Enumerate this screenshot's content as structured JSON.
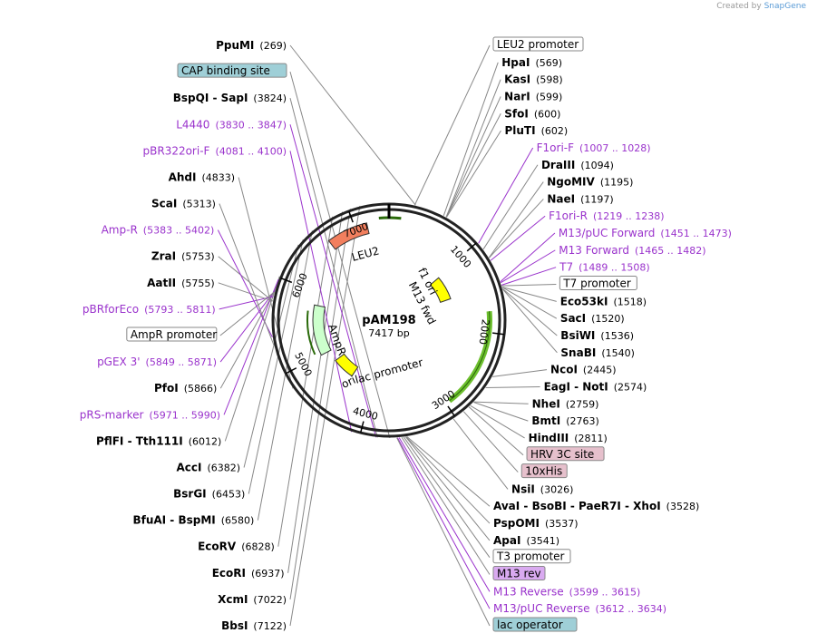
{
  "watermark": {
    "prefix": "Created by",
    "brand": "SnapGene"
  },
  "plasmid": {
    "name": "pAM198",
    "length": "7417 bp",
    "total_bp": 7417
  },
  "scale_ticks": [
    "1000",
    "2000",
    "3000",
    "4000",
    "5000",
    "6000",
    "7000"
  ],
  "features": [
    {
      "name": "LEU2",
      "start": 7150,
      "end": 6650,
      "color": "#f27f5e",
      "direction": "reverse"
    },
    {
      "name": "LEU2 promoter",
      "start": 900,
      "end": 7280,
      "color": "#ffffff",
      "direction": "reverse"
    },
    {
      "name": "f1 ori",
      "start": 1020,
      "end": 1460,
      "color": "#ffff00",
      "direction": "reverse"
    },
    {
      "name": "AmpR",
      "start": 5800,
      "end": 5000,
      "color": "#ccffcc",
      "direction": "reverse"
    },
    {
      "name": "AmpR promoter",
      "start": 5900,
      "end": 5800,
      "color": "#ffffff",
      "direction": "reverse"
    },
    {
      "name": "ori",
      "start": 4800,
      "end": 4400,
      "color": "#ffff00",
      "direction": "reverse"
    },
    {
      "name": "M13 fwd",
      "start": 1465,
      "end": 1482,
      "color": "#a020f0",
      "direction": "forward"
    },
    {
      "name": "lac promoter",
      "start": 3700,
      "end": 3850,
      "color": "#ffffff",
      "direction": "reverse"
    }
  ],
  "inner_labels": [
    {
      "key": "f1",
      "text": "f1 ori"
    },
    {
      "key": "m13",
      "text": "M13 fwd"
    },
    {
      "key": "ampr",
      "text": "AmpR"
    },
    {
      "key": "ori",
      "text": "ori"
    },
    {
      "key": "lac",
      "text": "lac promoter"
    },
    {
      "key": "leu2",
      "text": "LEU2"
    }
  ],
  "labels": [
    {
      "kind": "site",
      "name": "PpuMI",
      "pos": "(269)",
      "side": "left",
      "bp": 269
    },
    {
      "kind": "box",
      "name": "LEU2 promoter",
      "side": "right",
      "bp": 260
    },
    {
      "kind": "site",
      "name": "HpaI",
      "pos": "(569)",
      "side": "right",
      "bp": 569
    },
    {
      "kind": "site",
      "name": "KasI",
      "pos": "(598)",
      "side": "right",
      "bp": 598
    },
    {
      "kind": "site",
      "name": "NarI",
      "pos": "(599)",
      "side": "right",
      "bp": 599
    },
    {
      "kind": "site",
      "name": "SfoI",
      "pos": "(600)",
      "side": "right",
      "bp": 600
    },
    {
      "kind": "site",
      "name": "PluTI",
      "pos": "(602)",
      "side": "right",
      "bp": 602
    },
    {
      "kind": "primer",
      "name": "F1ori-F",
      "pos": "(1007 .. 1028)",
      "side": "right",
      "bp": 1017
    },
    {
      "kind": "site",
      "name": "DraIII",
      "pos": "(1094)",
      "side": "right",
      "bp": 1094
    },
    {
      "kind": "site",
      "name": "NgoMIV",
      "pos": "(1195)",
      "side": "right",
      "bp": 1195
    },
    {
      "kind": "site",
      "name": "NaeI",
      "pos": "(1197)",
      "side": "right",
      "bp": 1197
    },
    {
      "kind": "primer",
      "name": "F1ori-R",
      "pos": "(1219 .. 1238)",
      "side": "right",
      "bp": 1228
    },
    {
      "kind": "primer",
      "name": "M13/pUC Forward",
      "pos": "(1451 .. 1473)",
      "side": "right",
      "bp": 1462
    },
    {
      "kind": "primer",
      "name": "M13 Forward",
      "pos": "(1465 .. 1482)",
      "side": "right",
      "bp": 1473
    },
    {
      "kind": "primer",
      "name": "T7",
      "pos": "(1489 .. 1508)",
      "side": "right",
      "bp": 1498
    },
    {
      "kind": "box",
      "name": "T7 promoter",
      "side": "right",
      "bp": 1505
    },
    {
      "kind": "site",
      "name": "Eco53kI",
      "pos": "(1518)",
      "side": "right",
      "bp": 1518
    },
    {
      "kind": "site",
      "name": "SacI",
      "pos": "(1520)",
      "side": "right",
      "bp": 1520
    },
    {
      "kind": "site",
      "name": "BsiWI",
      "pos": "(1536)",
      "side": "right",
      "bp": 1536
    },
    {
      "kind": "site",
      "name": "SnaBI",
      "pos": "(1540)",
      "side": "right",
      "bp": 1540
    },
    {
      "kind": "site",
      "name": "NcoI",
      "pos": "(2445)",
      "side": "right",
      "bp": 2445
    },
    {
      "kind": "site",
      "name": "EagI - NotI",
      "pos": "(2574)",
      "side": "right",
      "bp": 2574
    },
    {
      "kind": "site",
      "name": "NheI",
      "pos": "(2759)",
      "side": "right",
      "bp": 2759
    },
    {
      "kind": "site",
      "name": "BmtI",
      "pos": "(2763)",
      "side": "right",
      "bp": 2763
    },
    {
      "kind": "site",
      "name": "HindIII",
      "pos": "(2811)",
      "side": "right",
      "bp": 2811
    },
    {
      "kind": "featbox",
      "name": "HRV 3C site",
      "side": "right",
      "bp": 2830,
      "fill": "#e6c0cc"
    },
    {
      "kind": "featbox",
      "name": "10xHis",
      "side": "right",
      "bp": 2900,
      "fill": "#e6c0cc"
    },
    {
      "kind": "site",
      "name": "NsiI",
      "pos": "(3026)",
      "side": "right",
      "bp": 3026
    },
    {
      "kind": "site",
      "name": "AvaI - BsoBI - PaeR7I - XhoI",
      "pos": "(3528)",
      "side": "right",
      "bp": 3528
    },
    {
      "kind": "site",
      "name": "PspOMI",
      "pos": "(3537)",
      "side": "right",
      "bp": 3537
    },
    {
      "kind": "site",
      "name": "ApaI",
      "pos": "(3541)",
      "side": "right",
      "bp": 3541
    },
    {
      "kind": "box",
      "name": "T3 promoter",
      "side": "right",
      "bp": 3560
    },
    {
      "kind": "featbox",
      "name": "M13 rev",
      "side": "right",
      "bp": 3580,
      "fill": "#d9aaf0"
    },
    {
      "kind": "primer",
      "name": "M13 Reverse",
      "pos": "(3599 .. 3615)",
      "side": "right",
      "bp": 3607
    },
    {
      "kind": "featbox",
      "name": "lac operator",
      "side": "right",
      "bp": 3630,
      "fill": "#9fcfd7"
    },
    {
      "kind": "primer",
      "name": "M13/pUC Reverse",
      "pos": "(3612 .. 3634)",
      "side": "right",
      "bp": 3623
    },
    {
      "kind": "featbox",
      "name": "CAP binding site",
      "side": "left",
      "bp": 3700,
      "fill": "#9fcfd7"
    },
    {
      "kind": "site",
      "name": "BspQI - SapI",
      "pos": "(3824)",
      "side": "left",
      "bp": 3824
    },
    {
      "kind": "primer",
      "name": "L4440",
      "pos": "(3830 .. 3847)",
      "side": "left",
      "bp": 3838
    },
    {
      "kind": "primer",
      "name": "pBR322ori-F",
      "pos": "(4081 .. 4100)",
      "side": "left",
      "bp": 4090
    },
    {
      "kind": "site",
      "name": "AhdI",
      "pos": "(4833)",
      "side": "left",
      "bp": 4833
    },
    {
      "kind": "site",
      "name": "ScaI",
      "pos": "(5313)",
      "side": "left",
      "bp": 5313
    },
    {
      "kind": "primer",
      "name": "Amp-R",
      "pos": "(5383 .. 5402)",
      "side": "left",
      "bp": 5392
    },
    {
      "kind": "box",
      "name": "AmpR promoter",
      "side": "left",
      "bp": 5850
    },
    {
      "kind": "site",
      "name": "ZraI",
      "pos": "(5753)",
      "side": "left",
      "bp": 5753
    },
    {
      "kind": "site",
      "name": "AatII",
      "pos": "(5755)",
      "side": "left",
      "bp": 5755
    },
    {
      "kind": "primer",
      "name": "pBRforEco",
      "pos": "(5793 .. 5811)",
      "side": "left",
      "bp": 5802
    },
    {
      "kind": "site",
      "name": "PfoI",
      "pos": "(5866)",
      "side": "left",
      "bp": 5866
    },
    {
      "kind": "primer",
      "name": "pGEX 3'",
      "pos": "(5849 .. 5871)",
      "side": "left",
      "bp": 5860
    },
    {
      "kind": "primer",
      "name": "pRS-marker",
      "pos": "(5971 .. 5990)",
      "side": "left",
      "bp": 5980
    },
    {
      "kind": "site",
      "name": "PflFI - Tth111I",
      "pos": "(6012)",
      "side": "left",
      "bp": 6012
    },
    {
      "kind": "site",
      "name": "AccI",
      "pos": "(6382)",
      "side": "left",
      "bp": 6382
    },
    {
      "kind": "site",
      "name": "BsrGI",
      "pos": "(6453)",
      "side": "left",
      "bp": 6453
    },
    {
      "kind": "site",
      "name": "BfuAI - BspMI",
      "pos": "(6580)",
      "side": "left",
      "bp": 6580
    },
    {
      "kind": "site",
      "name": "EcoRV",
      "pos": "(6828)",
      "side": "left",
      "bp": 6828
    },
    {
      "kind": "site",
      "name": "EcoRI",
      "pos": "(6937)",
      "side": "left",
      "bp": 6937
    },
    {
      "kind": "site",
      "name": "XcmI",
      "pos": "(7022)",
      "side": "left",
      "bp": 7022
    },
    {
      "kind": "site",
      "name": "BbsI",
      "pos": "(7122)",
      "side": "left",
      "bp": 7122
    }
  ]
}
